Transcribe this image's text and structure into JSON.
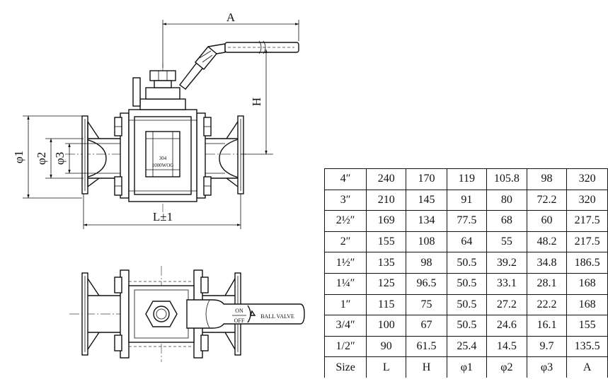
{
  "drawing": {
    "dim_A": "A",
    "dim_H": "H",
    "dim_L": "L±1",
    "dim_phi1": "φ1",
    "dim_phi2": "φ2",
    "dim_phi3": "φ3",
    "body_mark_1": "304",
    "body_mark_2": "1000WOG",
    "handle_on": "ON",
    "handle_off": "OFF",
    "handle_label": "BALL VALVE"
  },
  "table": {
    "rows": [
      [
        "4″",
        "240",
        "170",
        "119",
        "105.8",
        "98",
        "320"
      ],
      [
        "3″",
        "210",
        "145",
        "91",
        "80",
        "72.2",
        "320"
      ],
      [
        "2½″",
        "169",
        "134",
        "77.5",
        "68",
        "60",
        "217.5"
      ],
      [
        "2″",
        "155",
        "108",
        "64",
        "55",
        "48.2",
        "217.5"
      ],
      [
        "1½″",
        "135",
        "98",
        "50.5",
        "39.2",
        "34.8",
        "186.5"
      ],
      [
        "1¼″",
        "125",
        "96.5",
        "50.5",
        "33.1",
        "28.1",
        "168"
      ],
      [
        "1″",
        "115",
        "75",
        "50.5",
        "27.2",
        "22.2",
        "168"
      ],
      [
        "3/4″",
        "100",
        "67",
        "50.5",
        "24.6",
        "16.1",
        "155"
      ],
      [
        "1/2″",
        "90",
        "61.5",
        "25.4",
        "14.5",
        "9.7",
        "135.5"
      ]
    ],
    "header": [
      "Size",
      "L",
      "H",
      "φ1",
      "φ2",
      "φ3",
      "A"
    ]
  }
}
